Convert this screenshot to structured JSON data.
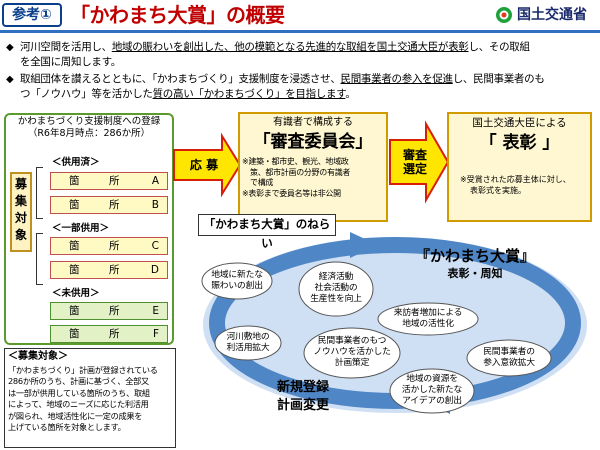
{
  "header": {
    "ref_tag": "参考①",
    "title": "「かわまち大賞」の概要",
    "org": "国土交通省"
  },
  "bullets": [
    {
      "line1": [
        {
          "t": "河川空間を活用し、",
          "u": false
        },
        {
          "t": "地域の賑わいを創出した、他の模範となる先進的な取組を国土交通大臣が表彰",
          "u": true
        },
        {
          "t": "し、その取組",
          "u": false
        }
      ],
      "line2": [
        {
          "t": "を全国に周知します。",
          "u": false
        }
      ]
    },
    {
      "line1": [
        {
          "t": "取組団体を讃えるとともに、「かわまちづくり」支援制度を浸透させ、",
          "u": false
        },
        {
          "t": "民間事業者の参入を促進",
          "u": true
        },
        {
          "t": "し、民間事業者のも",
          "u": false
        }
      ],
      "line2": [
        {
          "t": "つ「ノウハウ」等を活かした",
          "u": false
        },
        {
          "t": "質の高い「かわまちづくり」を目指します",
          "u": true
        },
        {
          "t": "。",
          "u": false
        }
      ]
    }
  ],
  "registration": {
    "title": "かわまちづくり支援制度への登録",
    "subtitle": "（R6年8月時点：286か所）",
    "boshu_label": [
      "募",
      "集",
      "対",
      "象"
    ],
    "groups": [
      {
        "label": "＜供用済＞",
        "slots": [
          {
            "a": "箇",
            "b": "所",
            "c": "A"
          },
          {
            "a": "箇",
            "b": "所",
            "c": "B"
          }
        ]
      },
      {
        "label": "＜一部供用＞",
        "slots": [
          {
            "a": "箇",
            "b": "所",
            "c": "C"
          },
          {
            "a": "箇",
            "b": "所",
            "c": "D"
          }
        ]
      },
      {
        "label": "＜未供用＞",
        "slots": [
          {
            "a": "箇",
            "b": "所",
            "c": "E"
          },
          {
            "a": "箇",
            "b": "所",
            "c": "F"
          }
        ]
      }
    ]
  },
  "target": {
    "title": "＜募集対象＞",
    "lines": [
      "「かわまちづくり」計画が登録されている",
      "286か所のうち、計画に基づく、全部又",
      "は一部が供用している箇所のうち、取組",
      "によって、地域のニーズに応じた利活用",
      "が図られ、地域活性化に一定の成果を",
      "上げている箇所を対象とします。"
    ]
  },
  "flow": {
    "apply_label": "応 募",
    "screen_label": [
      "審査",
      "選定"
    ],
    "committee": {
      "top": "有識者で構成する",
      "main": "「審査委員会」",
      "notes": [
        "※建築・都市史、観光、地域政",
        "策、都市計画の分野の有識者",
        "で構成",
        "※表彰まで委員名等は非公開"
      ]
    },
    "award": {
      "top": "国土交通大臣による",
      "main": "「 表彰 」",
      "notes": [
        "※受賞された応募主体に対し、",
        "表彰式を実施。"
      ]
    }
  },
  "aim": {
    "title": "「かわまち大賞」のねらい",
    "publicize_main": "『かわまち大賞』",
    "publicize_sub": "表彰・周知",
    "renewal": [
      "新規登録",
      "計画変更"
    ],
    "bubbles": [
      {
        "id": "b1",
        "lines": [
          "地域に新たな",
          "賑わいの創出"
        ]
      },
      {
        "id": "b2",
        "lines": [
          "経済活動",
          "社会活動の",
          "生産性を向上"
        ]
      },
      {
        "id": "b3",
        "lines": [
          "来訪者増加による",
          "地域の活性化"
        ]
      },
      {
        "id": "b4",
        "lines": [
          "河川敷地の",
          "利活用拡大"
        ]
      },
      {
        "id": "b5",
        "lines": [
          "民間事業者のもつ",
          "ノウハウを活かした",
          "計画策定"
        ]
      },
      {
        "id": "b6",
        "lines": [
          "民間事業者の",
          "参入意欲拡大"
        ]
      },
      {
        "id": "b7",
        "lines": [
          "地域の資源を",
          "活かした新たな",
          "アイデアの創出"
        ]
      }
    ]
  },
  "colors": {
    "title_red": "#c00000",
    "header_blue": "#0b3f8c",
    "arrow_red": "#d81e06",
    "arrow_yellow": "#ffe600",
    "cycle_blue": "#4f86c6",
    "cycle_fill": "#cfe0f5",
    "slot_red": "#c0504d",
    "slot_green": "#4f8f2f"
  }
}
